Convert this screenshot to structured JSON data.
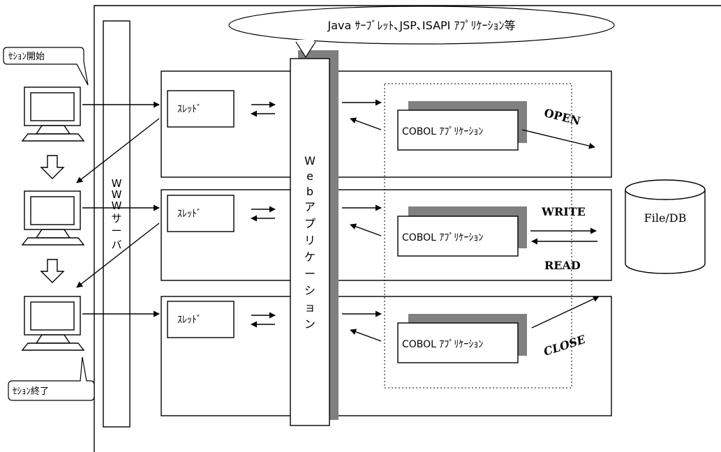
{
  "callout_top": "Java ｻｰﾌﾞﾚｯﾄ､JSP､ISAPI ｱﾌﾟﾘｹｰｼｮﾝ等",
  "session_start": "ｾｼｮﾝ開始",
  "session_end": "ｾｼｮﾝ終了",
  "www_server": [
    "W",
    "W",
    "W",
    "サ",
    "ー",
    "バ"
  ],
  "web_app": [
    "W",
    "e",
    "b",
    "ア",
    "プ",
    "リ",
    "ケ",
    "ー",
    "シ",
    "ョ",
    "ン"
  ],
  "thread_label": "ｽﾚｯﾄﾞ",
  "cobol_app_label": "COBOL ｱﾌﾟﾘｹｰｼｮﾝ",
  "ops": {
    "open": "OPEN",
    "write": "WRITE",
    "read": "READ",
    "close": "CLOSE"
  },
  "storage": "File/DB"
}
